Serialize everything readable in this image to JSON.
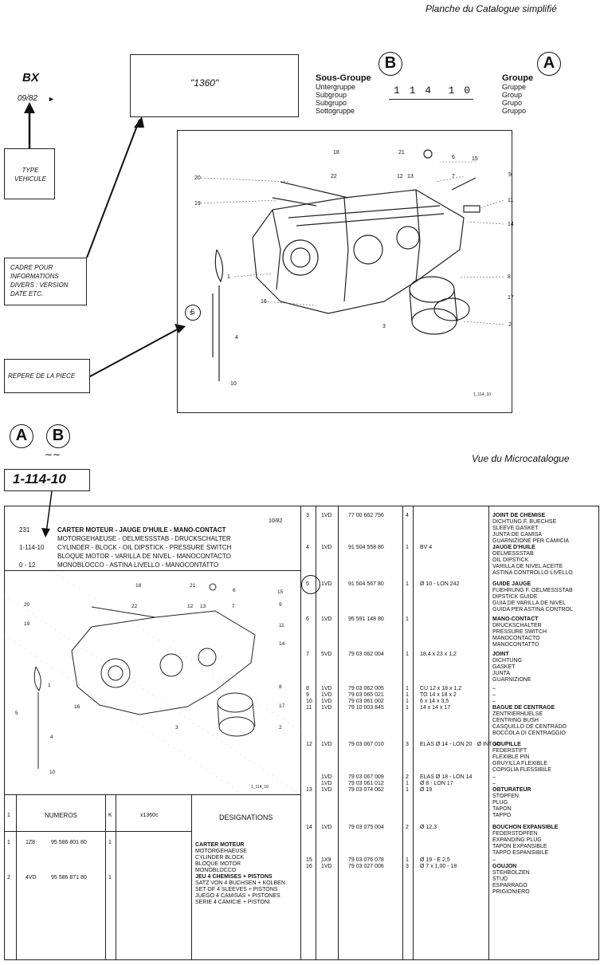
{
  "header": {
    "planche_title": "Planche du Catalogue simplifié",
    "vehicle": "BX",
    "date": "09/82",
    "cadre_value": "\"1360\"",
    "type_vehicule": "TYPE VEHICULE",
    "cadre_info": "CADRE POUR INFORMATIONS DIVERS : VERSION DATE ETC.",
    "repere": "REPERE DE LA PIECE",
    "circle_b": "B",
    "circle_a": "A",
    "sous_groupe": {
      "title": "Sous-Groupe",
      "lines": [
        "Untergruppe",
        "Subgroup",
        "Subgrupo",
        "Sottogruppe"
      ],
      "code": "1 1 4  1 0"
    },
    "groupe": {
      "title": "Groupe",
      "lines": [
        "Gruppe",
        "Group",
        "Grupo",
        "Gruppo"
      ]
    }
  },
  "top_diagram": {
    "callouts": [
      "18",
      "21",
      "6",
      "15",
      "20",
      "22",
      "12",
      "13",
      "7",
      "9",
      "19",
      "11",
      "14",
      "1",
      "8",
      "5",
      "16",
      "17",
      "4",
      "3",
      "2",
      "10"
    ],
    "ref": "1_114_10"
  },
  "micro": {
    "circle_a": "A",
    "circle_b": "B",
    "code_box": "1-114-10",
    "title": "Vue du Microcatalogue",
    "left_header": {
      "date": "10/82",
      "lines": [
        {
          "num": "231",
          "text": "CARTER MOTEUR - JAUGE D'HUILE - MANO-CONTACT"
        },
        {
          "num": "",
          "text": "MOTORGEHAEUSE - OELMESSSTAB - DRUCKSCHALTER"
        },
        {
          "num": "1-114-10",
          "text": "CYLINDER - BLOCK - OIL DIPSTICK - PRESSURE SWITCH"
        },
        {
          "num": "",
          "text": "BLOQUE MOTOR - VARILLA DE NIVEL - MANOCONTACTO"
        },
        {
          "num": "0 - 12",
          "text": "MONOBLOCCO - ASTINA LIVELLO - MANOCONTATTO"
        }
      ]
    },
    "mini_callouts": [
      "18",
      "21",
      "6",
      "15",
      "20",
      "22",
      "12",
      "13",
      "7",
      "9",
      "19",
      "11",
      "14",
      "1",
      "8",
      "5",
      "16",
      "17",
      "4",
      "3",
      "2",
      "10"
    ],
    "mini_ref": "1_114_10",
    "bottom_table": {
      "headers": [
        "1",
        "NUMEROS",
        "K",
        "x1360c",
        "DESIGNATIONS"
      ],
      "rows": [
        {
          "rep": "1",
          "code": "1Z8",
          "num": "95 586 801 80",
          "k": "1"
        },
        {
          "rep": "2",
          "code": "4VD",
          "num": "95 586 871 80",
          "k": "1"
        }
      ],
      "designations": [
        "CARTER MOTEUR",
        "MOTORGEHAEUSE",
        "CYLINDER BLOCK",
        "BLOQUE MOTOR",
        "MONOBLOCCO",
        "JEU 4 CHEMISES + PISTONS",
        "SATZ VON 4 BUCHSEN + KOLBEN",
        "SET OF 4 SLEEVES + PISTONS",
        "JUEGO 4 CAMISAS + PISTONES",
        "SERIE 4 CAMICIE + PISTONI"
      ]
    },
    "right_rows": [
      {
        "rep": "3",
        "code": "1VD",
        "num": "77 00 662 756",
        "k": "4",
        "spec": "",
        "des": [
          "JOINT DE CHEMISE",
          "DICHTUNG F. BUECHSE",
          "SLEEVE GASKET",
          "JUNTA DE CAMISA",
          "GUARNIZIONE PER CAMICIA"
        ]
      },
      {
        "rep": "4",
        "code": "1VD",
        "num": "91 504 558 80",
        "k": "1",
        "spec": "BV 4",
        "des": [
          "JAUGE D'HUILE",
          "OELMESSSTAB",
          "OIL DIPSTICK",
          "VARILLA DE NIVEL ACEITE",
          "ASTINA CONTROLLO LIVELLO"
        ]
      },
      {
        "rep": "5",
        "code": "1VD",
        "num": "91 504 567 80",
        "k": "1",
        "spec": "Ø 10 - LON 242",
        "des": [
          "GUIDE JAUGE",
          "FUEHRUNG F. OELMESSSTAB",
          "DIPSTICK GUIDE",
          "GUIA DE VARILLA DE NIVEL",
          "GUIDA PER ASTINA CONTROL"
        ]
      },
      {
        "rep": "6",
        "code": "1VD",
        "num": "95 591 148 80",
        "k": "1",
        "spec": "",
        "des": [
          "MANO-CONTACT",
          "DRUCKSCHALTER",
          "PRESSURE SWITCH",
          "MANOCONTACTO",
          "MANOCONTATTO"
        ]
      },
      {
        "rep": "7",
        "code": "5VD",
        "num": "79 03 062 004",
        "k": "1",
        "spec": "18,4 x 23 x 1,2",
        "des": [
          "JOINT",
          "DICHTUNG",
          "GASKET",
          "JUNTA",
          "GUARNIZIONE"
        ]
      },
      {
        "rep": "8",
        "code": "1VD",
        "num": "79 03 062 005",
        "k": "1",
        "spec": "CU 12 x 18 x 1,2",
        "des": [
          "–"
        ]
      },
      {
        "rep": "9",
        "code": "1VD",
        "num": "79 03 065 021",
        "k": "1",
        "spec": "TO 14 x 18 x 2",
        "des": [
          "–"
        ]
      },
      {
        "rep": "10",
        "code": "1VD",
        "num": "79 03 061 002",
        "k": "1",
        "spec": "6 x 14 x 3,5",
        "des": [
          "–"
        ]
      },
      {
        "rep": "11",
        "code": "1VD",
        "num": "79 10 003 845",
        "k": "1",
        "spec": "14 x 14 x 17",
        "des": [
          "BAGUE DE CENTRAGE",
          "ZENTRIERHUELSE",
          "CENTRING BUSH",
          "CASQUILLO DE CENTRADO",
          "BOCCOLA DI CENTRAGGIO"
        ]
      },
      {
        "rep": "12",
        "code": "1VD",
        "num": "79 03 067 010",
        "k": "3",
        "spec": "ELAS Ø 14 - LON 20 · Ø INT 10",
        "des": [
          "GOUPILLE",
          "FEDERSTIFT",
          "FLEXIBLE PIN",
          "GRUYILLA FLEXIBLE",
          "COPIGLIA FLESSIBILE"
        ]
      },
      {
        "rep": "",
        "code": "1VD",
        "num": "79 03 067 009",
        "k": "2",
        "spec": "ELAS Ø 18 - LON 14",
        "des": [
          "–"
        ]
      },
      {
        "rep": "",
        "code": "1VD",
        "num": "79 03 061 012",
        "k": "1",
        "spec": "Ø 8 - LON 17",
        "des": [
          "–"
        ]
      },
      {
        "rep": "13",
        "code": "1VD",
        "num": "79 03 074 062",
        "k": "1",
        "spec": "Ø 19",
        "des": [
          "OBTURATEUR",
          "STOPFEN",
          "PLUG",
          "TAPON",
          "TAPPO"
        ]
      },
      {
        "rep": "14",
        "code": "1VD",
        "num": "79 03 075 004",
        "k": "2",
        "spec": "Ø 12,3",
        "des": [
          "BOUCHON EXPANSIBLE",
          "FEDERSTOPFEN",
          "EXPANDING PLUG",
          "TAPON EXPANSIBLE",
          "TAPPO ESPANSIBILE"
        ]
      },
      {
        "rep": "15",
        "code": "1X9",
        "num": "79 03 076 078",
        "k": "1",
        "spec": "Ø 19 - E 2,5",
        "des": [
          "–"
        ]
      },
      {
        "rep": "16",
        "code": "1VD",
        "num": "79 03 027 006",
        "k": "3",
        "spec": "Ø 7 x 1,00 - 18",
        "des": [
          "GOUJON",
          "STEHBOLZEN",
          "STUD",
          "ESPARRAGO",
          "PRIGIONIERO"
        ]
      }
    ]
  }
}
